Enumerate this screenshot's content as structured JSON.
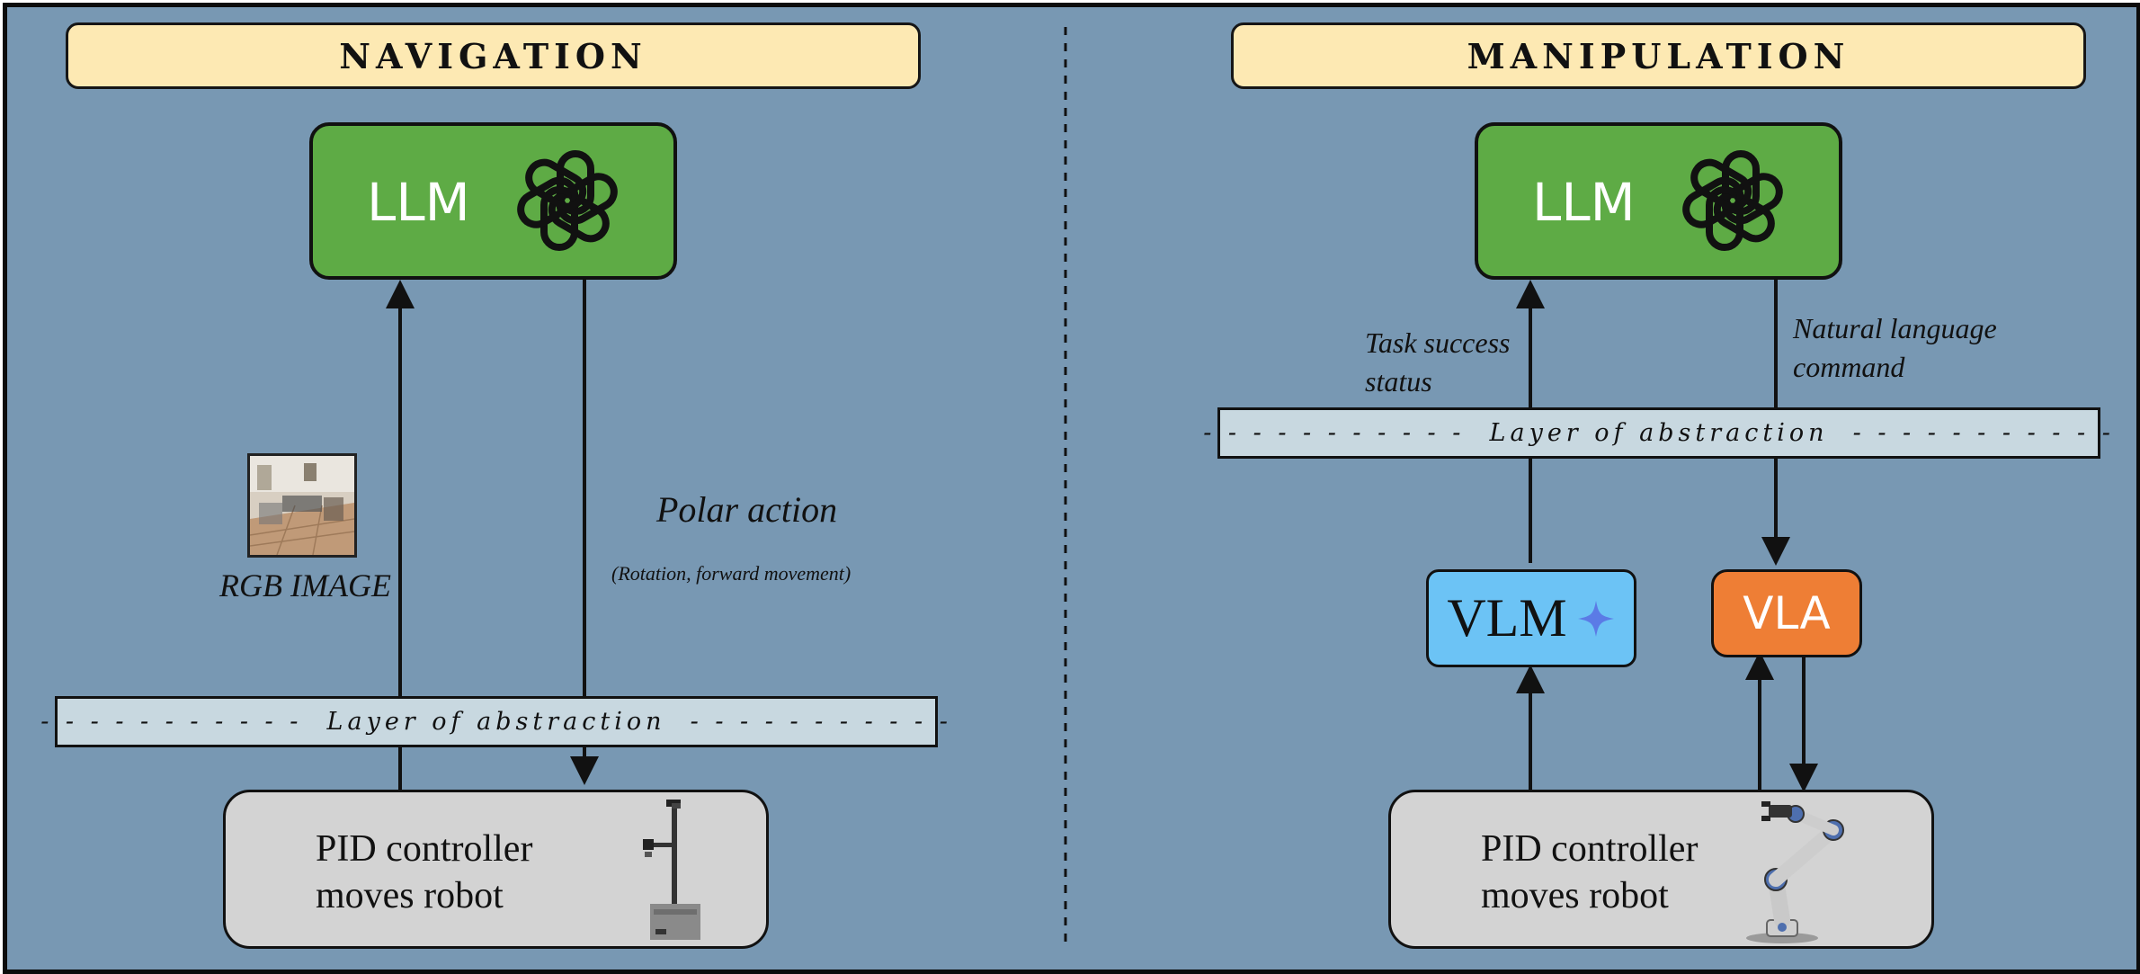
{
  "navigation": {
    "title": "NAVIGATION",
    "llm_label": "LLM",
    "logo_icon": "openai-logo-icon",
    "rgb_label": "RGB IMAGE",
    "image_icon": "indoor-room-photo-icon",
    "action_label": "Polar action",
    "action_sub": "(Rotation, forward movement)",
    "abstraction": "- - - - - - - - - - -  Layer of abstraction  - - - - - - - - - - -",
    "pid_line1": "PID controller",
    "pid_line2": "moves robot",
    "robot_icon": "mobile-robot-icon"
  },
  "manipulation": {
    "title": "MANIPULATION",
    "llm_label": "LLM",
    "logo_icon": "openai-logo-icon",
    "status_line1": "Task success",
    "status_line2": "status",
    "command_line1": "Natural language",
    "command_line2": "command",
    "abstraction": "- - - - - - - - - - -  Layer of abstraction  - - - - - - - - - - -",
    "vlm_label": "VLM",
    "vlm_icon": "sparkle-icon",
    "vla_label": "VLA",
    "pid_line1": "PID controller",
    "pid_line2": "moves robot",
    "robot_icon": "robot-arm-icon"
  },
  "colors": {
    "background": "#7898b3",
    "title_fill": "#fde9b3",
    "llm_fill": "#5eab45",
    "abstraction_fill": "#c8d8e0",
    "pid_fill": "#d3d3d3",
    "vlm_fill": "#6cc3f5",
    "vla_fill": "#ee7e35"
  }
}
